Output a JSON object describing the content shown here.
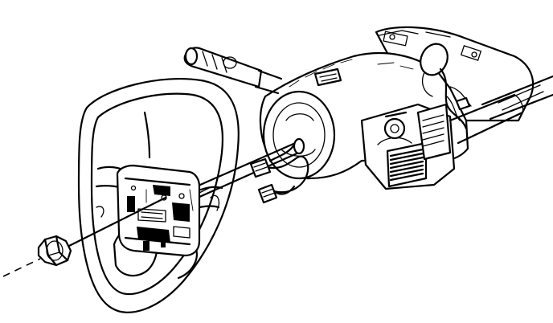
{
  "figure": {
    "type": "exploded-assembly-line-drawing",
    "parts": [
      "steering-column",
      "steering-wheel",
      "steering-wheel-nut",
      "wiring-harness-connectors",
      "turn-signal-lever",
      "ignition-switch",
      "steering-shaft"
    ],
    "colors": {
      "ink": "#000000",
      "paper": "#ffffff"
    }
  }
}
